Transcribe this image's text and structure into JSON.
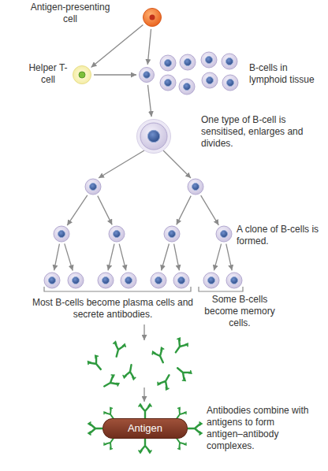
{
  "diagram": {
    "nodes": [
      {
        "text": [
          "Antigen-presenting cell"
        ]
      },
      {
        "text": [
          "Helper T-cell"
        ]
      },
      {
        "text": [
          "B-cells in lymphoid tissue"
        ]
      },
      {
        "text": [
          "One type of B-cell is sensitised, enlarges and divides."
        ]
      },
      {
        "text": [
          "Antigen"
        ]
      }
    ],
    "edges": [
      {
        "from": 0,
        "to": 1,
        "arrow": "to"
      },
      {
        "from": 0,
        "to": 2,
        "arrow": "to"
      },
      {
        "from": 1,
        "to": 2,
        "arrow": "to"
      },
      {
        "from": 2,
        "to": 3,
        "arrow": "to"
      }
    ],
    "labels": [
      "A clone of B-cells is formed.",
      "Most B-cells become plasma cells and secrete antibodies.",
      "Some B-cells become memory cells.",
      "Antibodies combine with antigens to form antigen–antibody complexes."
    ]
  }
}
